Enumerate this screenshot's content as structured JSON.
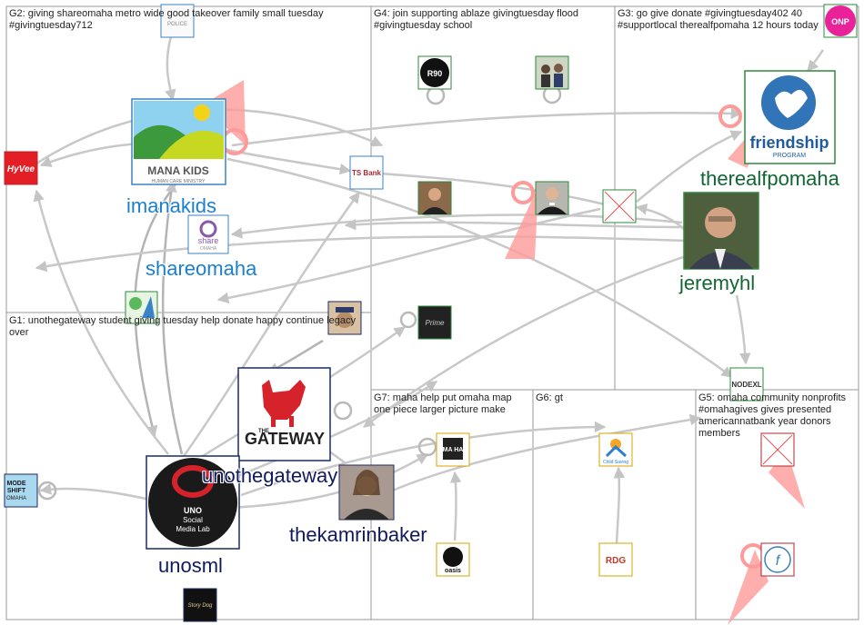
{
  "groups": [
    {
      "id": "G1",
      "label": "G1: unothegateway student giving tuesday help donate happy continue legacy over"
    },
    {
      "id": "G2",
      "label": "G2: giving shareomaha metro wide good takeover family small tuesday #givingtuesday712"
    },
    {
      "id": "G3",
      "label": "G3: go give donate #givingtuesday402 40 #supportlocal therealfpomaha 12 hours today"
    },
    {
      "id": "G4",
      "label": "G4: join supporting ablaze givingtuesday flood #givingtuesday school"
    },
    {
      "id": "G5",
      "label": "G5: omaha community nonprofits #omahagives gives presented americannatbank year donors members"
    },
    {
      "id": "G6",
      "label": "G6: gt"
    },
    {
      "id": "G7",
      "label": "G7: maha help put omaha map one piece larger picture make"
    }
  ],
  "node_labels": {
    "imanakids": "imanakids",
    "shareomaha": "shareomaha",
    "therealfpomaha": "therealfpomaha",
    "jeremyhl": "jeremyhl",
    "unothegateway": "unothegateway",
    "thekamrinbaker": "thekamrinbaker",
    "unosml": "unosml"
  },
  "avatar_text": {
    "mana_kids": "MANA KIDS",
    "mana_kids_sub": "HUMAN CARE MINISTRY",
    "friendship": "friendship",
    "friendship_sub": "PROGRAM",
    "gateway": "GATEWAY",
    "gateway_the": "THE",
    "uno_lines": [
      "UNO",
      "Social",
      "Media Lab"
    ],
    "share": "share",
    "share_sub": "OMAHA",
    "hyvee": "HyVee",
    "tsbank": "TS Bank",
    "r90": "R90",
    "nodexl": "NODEXL",
    "onp": "ONP",
    "modeshift": [
      "MODE",
      "SHIFT",
      "OMAHA"
    ],
    "rdg": "RDG",
    "oasis": "oasis",
    "childsaving": "Child Saving",
    "prime": "Prime",
    "maha": "MA HA",
    "script_logo": "Story Dog"
  },
  "colors": {
    "border": "#9a9a9a",
    "edge": "#c8c8c8",
    "selfloop": "#b9b9b9",
    "red_edge": "#ff8a8a",
    "label_green": "#116633",
    "label_blue": "#1a7fd0",
    "label_navy": "#111a5c",
    "frame_navy": "#1b2a66",
    "frame_green": "#2d8a3a",
    "frame_blue": "#3a83c8",
    "frame_yellow": "#d9a400",
    "frame_red": "#b0272d"
  }
}
